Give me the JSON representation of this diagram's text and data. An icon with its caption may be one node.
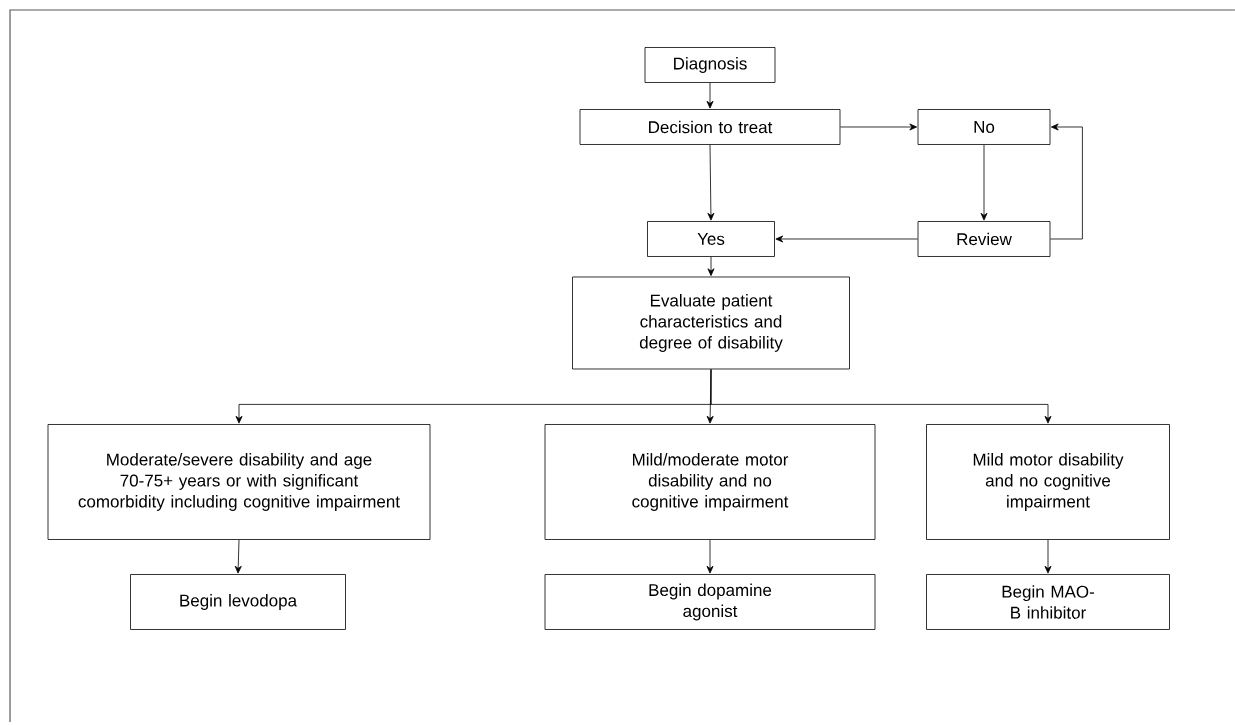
{
  "diagram": {
    "nodes": [
      {
        "text": [
          "Diagnosis"
        ]
      },
      {
        "text": [
          "Decision to treat"
        ]
      },
      {
        "text": [
          "No"
        ]
      },
      {
        "text": [
          "Yes"
        ]
      },
      {
        "text": [
          "Review"
        ]
      },
      {
        "text": [
          "Evaluate patient characteristics and degree of disability"
        ]
      },
      {
        "text": [
          "Moderate/severe disability and age 70-75+ years or with significant comorbidity including cognitive impairment"
        ]
      },
      {
        "text": [
          "Mild/moderate motor disability and no cognitive impairment"
        ]
      },
      {
        "text": [
          "Mild motor disability and no cognitive impairment"
        ]
      },
      {
        "text": [
          "Begin levodopa"
        ]
      },
      {
        "text": [
          "Begin dopamine agonist"
        ]
      },
      {
        "text": [
          "Begin MAO-B inhibitor"
        ]
      }
    ],
    "edges": [
      {
        "from": 0,
        "to": 1,
        "arrow": "to"
      },
      {
        "from": 1,
        "to": 2,
        "arrow": "to"
      },
      {
        "from": 1,
        "to": 3,
        "arrow": "to"
      },
      {
        "from": 2,
        "to": 4,
        "arrow": "to"
      },
      {
        "from": 4,
        "to": 3,
        "arrow": "to"
      },
      {
        "from": 4,
        "to": 2,
        "arrow": "to"
      },
      {
        "from": 3,
        "to": 5,
        "arrow": "to"
      },
      {
        "from": 5,
        "to": 6,
        "arrow": "to"
      },
      {
        "from": 5,
        "to": 7,
        "arrow": "to"
      },
      {
        "from": 5,
        "to": 8,
        "arrow": "to"
      },
      {
        "from": 6,
        "to": 9,
        "arrow": "to"
      },
      {
        "from": 7,
        "to": 10,
        "arrow": "to"
      },
      {
        "from": 8,
        "to": 11,
        "arrow": "to"
      }
    ]
  }
}
